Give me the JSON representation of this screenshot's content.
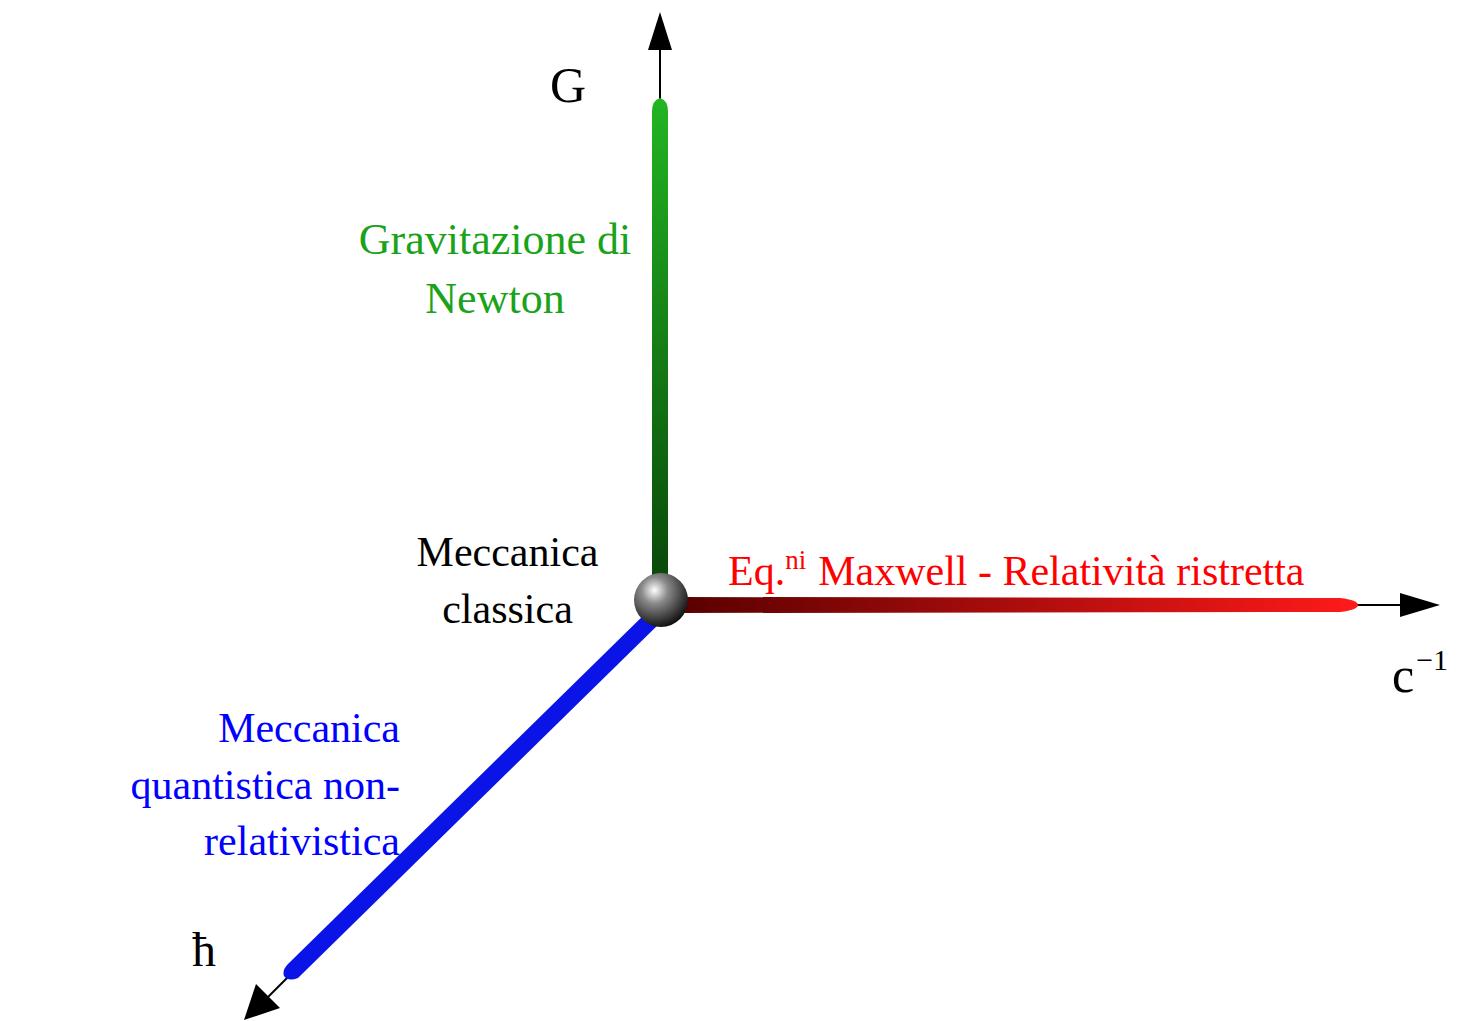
{
  "diagram": {
    "labels": [
      "G",
      "Gravitazione di Newton",
      "Meccanica classica",
      "Eq.",
      "ni",
      "Maxwell - Relatività ristretta",
      "c",
      "−1",
      "Meccanica quantistica non-relativistica",
      "ħ"
    ]
  }
}
